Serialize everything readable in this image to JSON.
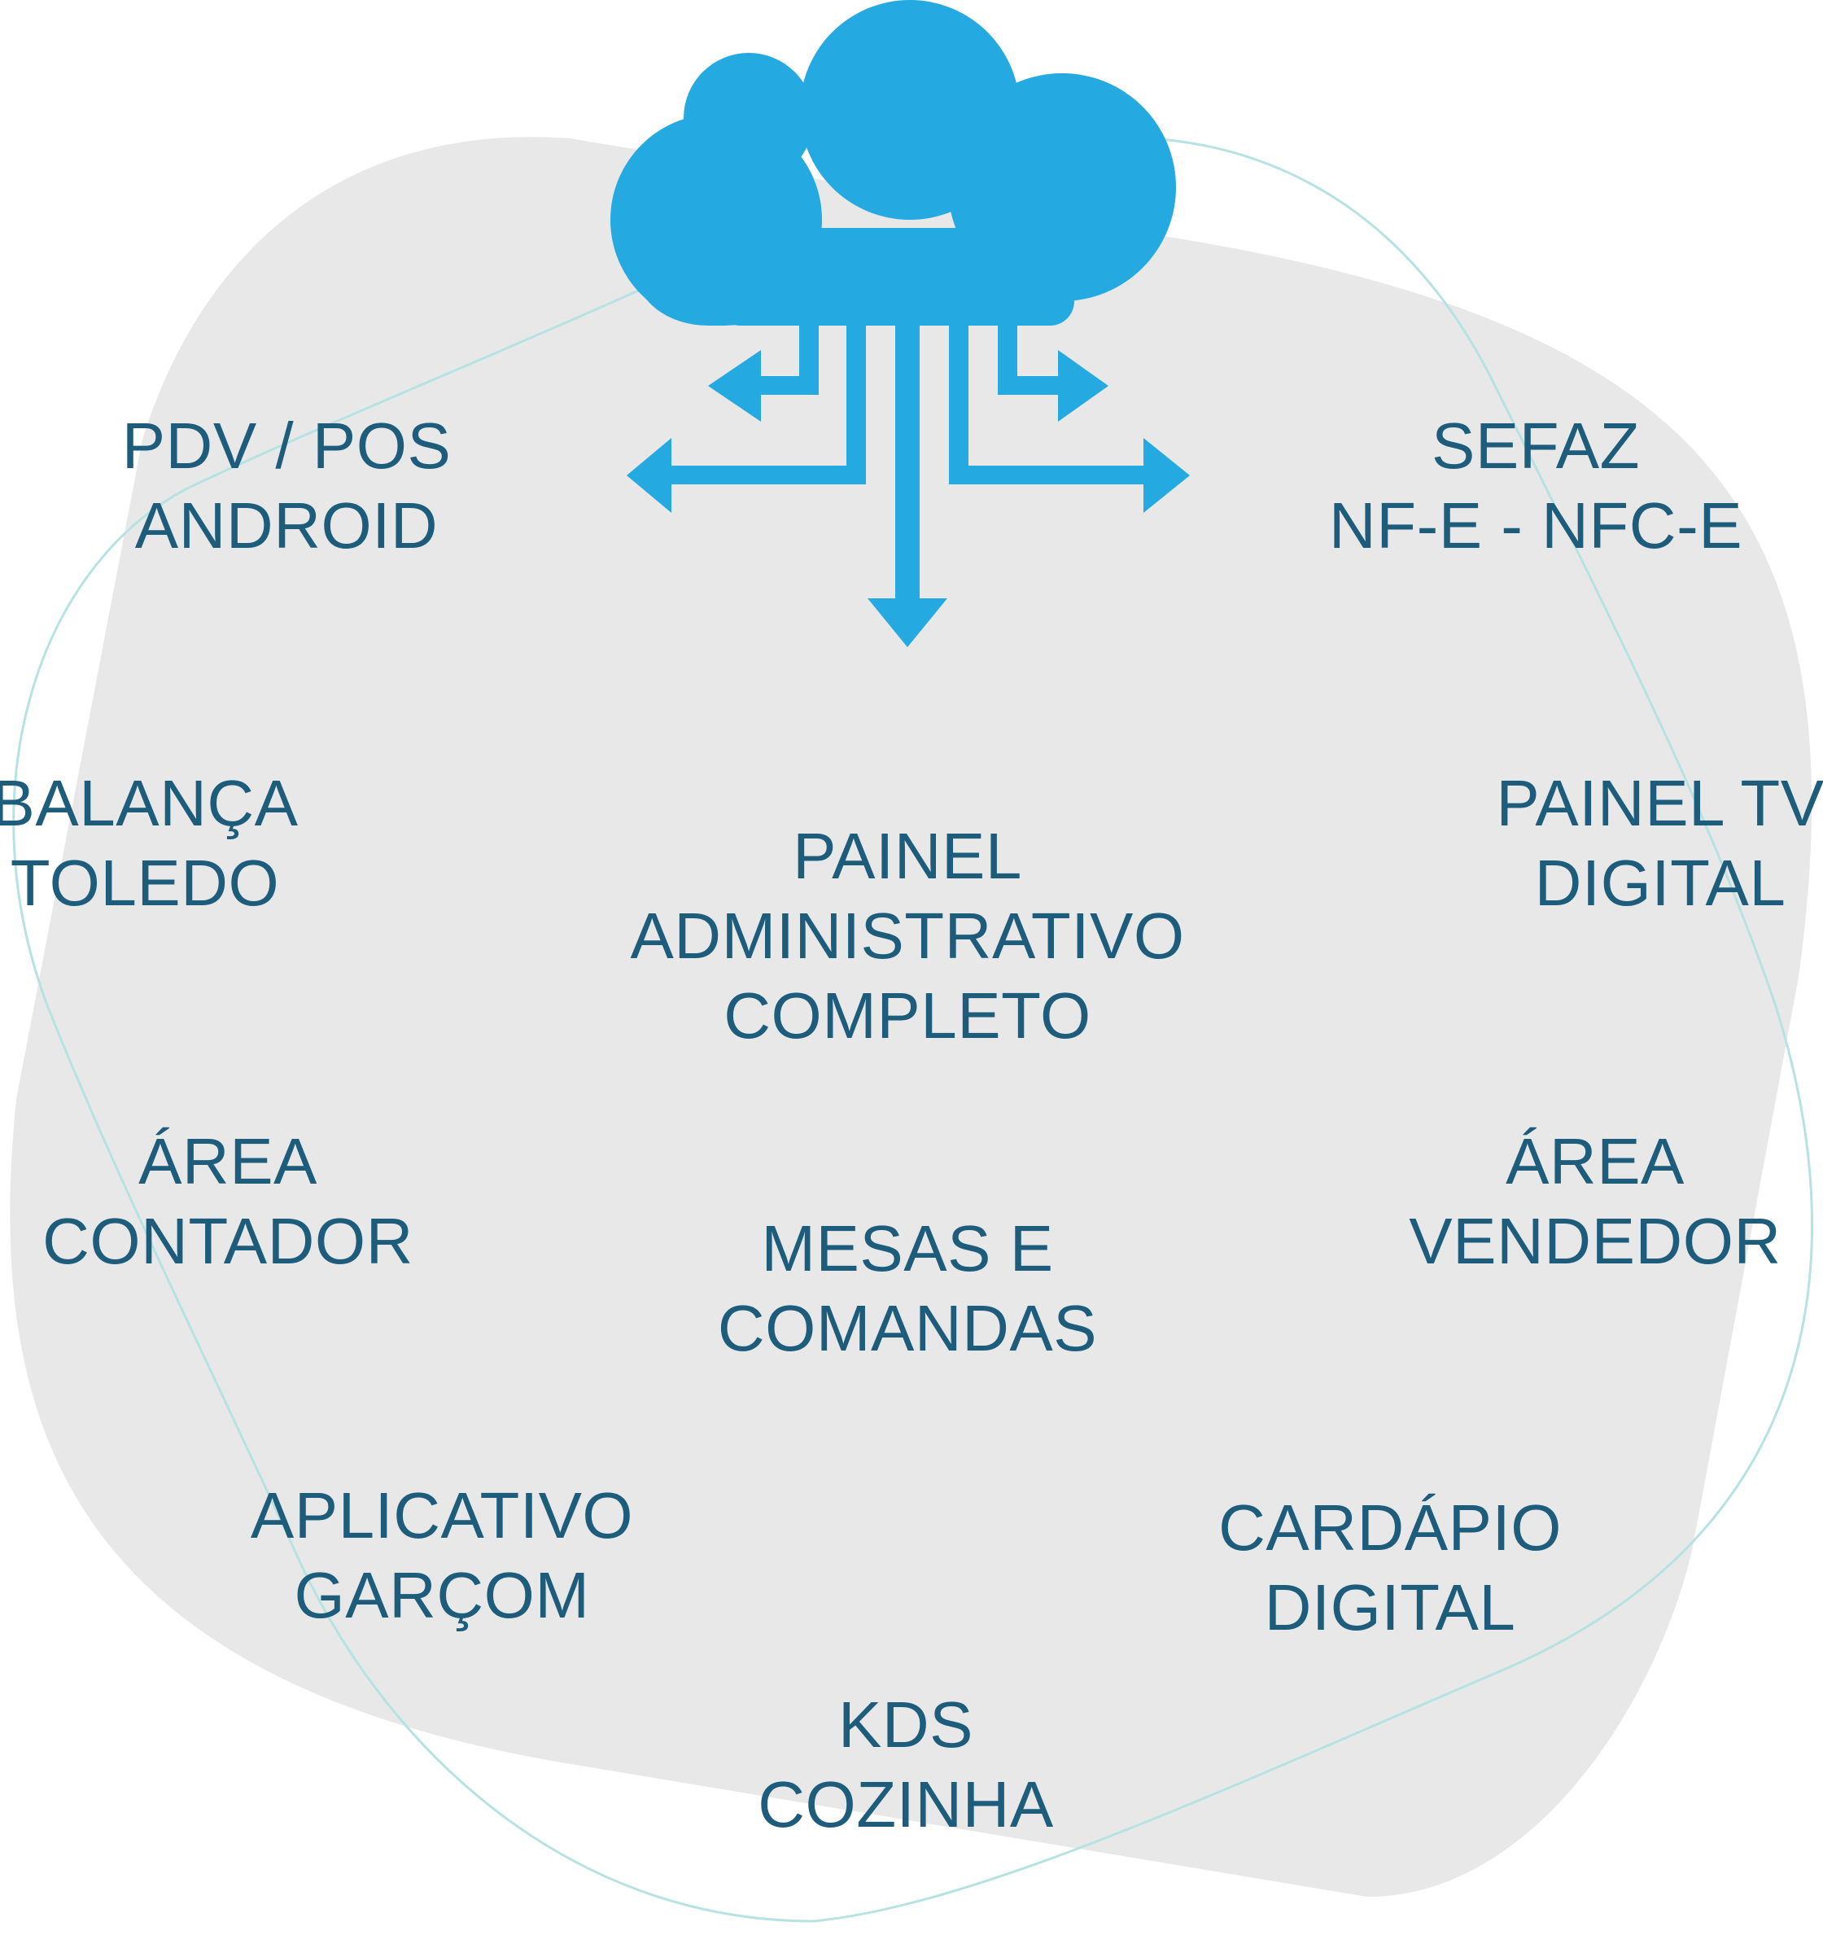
{
  "colors": {
    "background": "#ffffff",
    "blob": "#e8e8e9",
    "outline": "#b6e3e1",
    "cloud": "#25a9e1",
    "text": "#1e5c7c"
  },
  "cloud": {
    "icon": "cloud-icon",
    "arrows_icon": "arrows-outward-icon"
  },
  "nodes": {
    "pdv": {
      "line1": "PDV / POS",
      "line2": "ANDROID"
    },
    "sefaz": {
      "line1": "SEFAZ",
      "line2": "NF-E - NFC-E"
    },
    "balanca": {
      "line1": "BALANÇA",
      "line2": "TOLEDO"
    },
    "painel_tv": {
      "line1": "PAINEL TV",
      "line2": "DIGITAL"
    },
    "painel_admin": {
      "line1": "PAINEL",
      "line2": "ADMINISTRATIVO",
      "line3": "COMPLETO"
    },
    "area_contador": {
      "line1": "ÁREA",
      "line2": "CONTADOR"
    },
    "area_vendedor": {
      "line1": "ÁREA",
      "line2": "VENDEDOR"
    },
    "mesas": {
      "line1": "MESAS E",
      "line2": "COMANDAS"
    },
    "app_garcom": {
      "line1": "APLICATIVO",
      "line2": "GARÇOM"
    },
    "cardapio": {
      "line1": "CARDÁPIO",
      "line2": "DIGITAL"
    },
    "kds": {
      "line1": "KDS",
      "line2": "COZINHA"
    }
  }
}
